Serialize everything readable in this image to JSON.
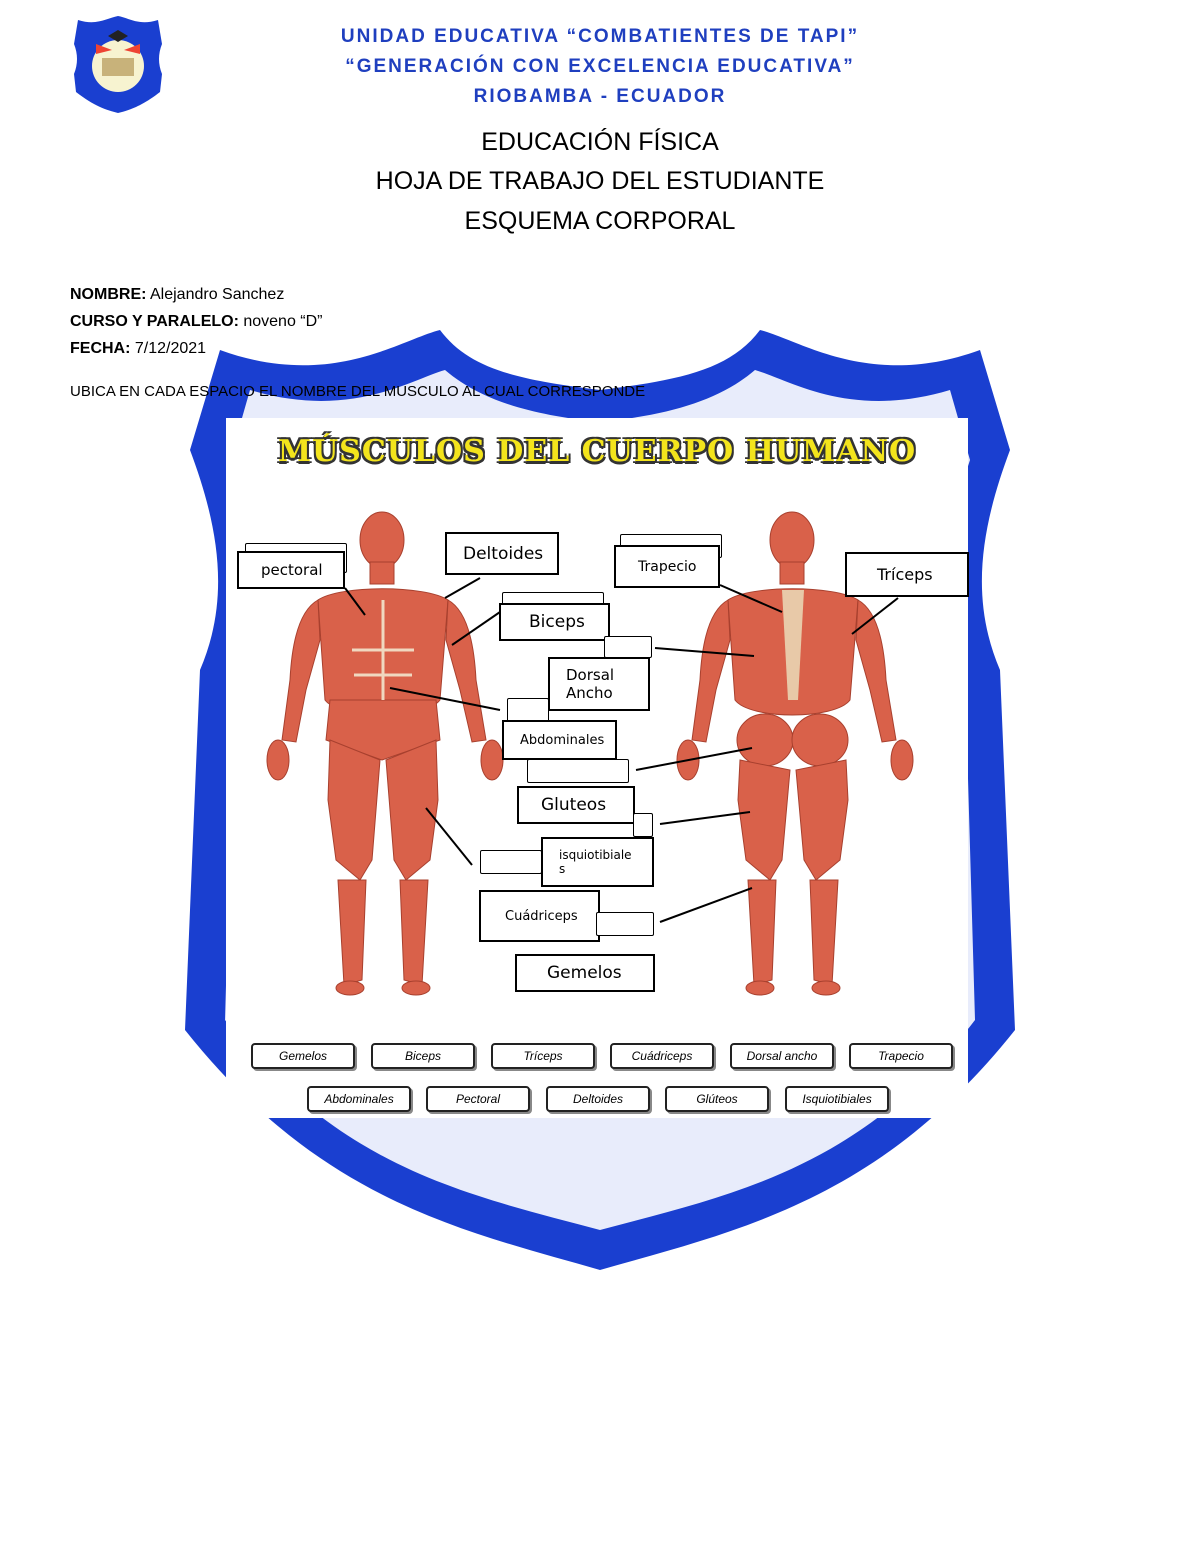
{
  "school": {
    "name": "UNIDAD EDUCATIVA “COMBATIENTES DE TAPI”",
    "motto": "“GENERACIÓN CON EXCELENCIA EDUCATIVA”",
    "location": "RIOBAMBA - ECUADOR"
  },
  "header": {
    "subject": "EDUCACIÓN FÍSICA",
    "worksheet": "HOJA DE TRABAJO DEL ESTUDIANTE",
    "topic": "ESQUEMA CORPORAL"
  },
  "student": {
    "name_label": "NOMBRE:",
    "name_value": "Alejandro Sanchez",
    "course_label": "CURSO Y PARALELO:",
    "course_value": "noveno “D”",
    "date_label": "FECHA:",
    "date_value": "7/12/2021"
  },
  "instruction": "UBICA EN CADA ESPACIO EL NOMBRE DEL MUSCULO AL CUAL CORRESPONDE",
  "poster": {
    "title": "MÚSCULOS DEL CUERPO HUMANO",
    "answers": {
      "pectoral": "pectoral",
      "deltoides": "Deltoides",
      "trapecio": "Trapecio",
      "triceps": "Tríceps",
      "biceps": "Biceps",
      "dorsal_1": "Dorsal",
      "dorsal_2": "Ancho",
      "abdominales": "Abdominales",
      "gluteos": "Gluteos",
      "isquio_1": "isquiotibiale",
      "isquio_2": "s",
      "cuadriceps": "Cuádriceps",
      "gemelos": "Gemelos"
    },
    "word_bank_row1": [
      "Gemelos",
      "Biceps",
      "Tríceps",
      "Cuádriceps",
      "Dorsal ancho",
      "Trapecio"
    ],
    "word_bank_row2": [
      "Abdominales",
      "Pectoral",
      "Deltoides",
      "Glúteos",
      "Isquiotibiales"
    ]
  },
  "colors": {
    "school_blue": "#1f3fbf",
    "crest_blue": "#1a3fd0",
    "muscle": "#d9614a",
    "title_yellow": "#f3e41c"
  }
}
